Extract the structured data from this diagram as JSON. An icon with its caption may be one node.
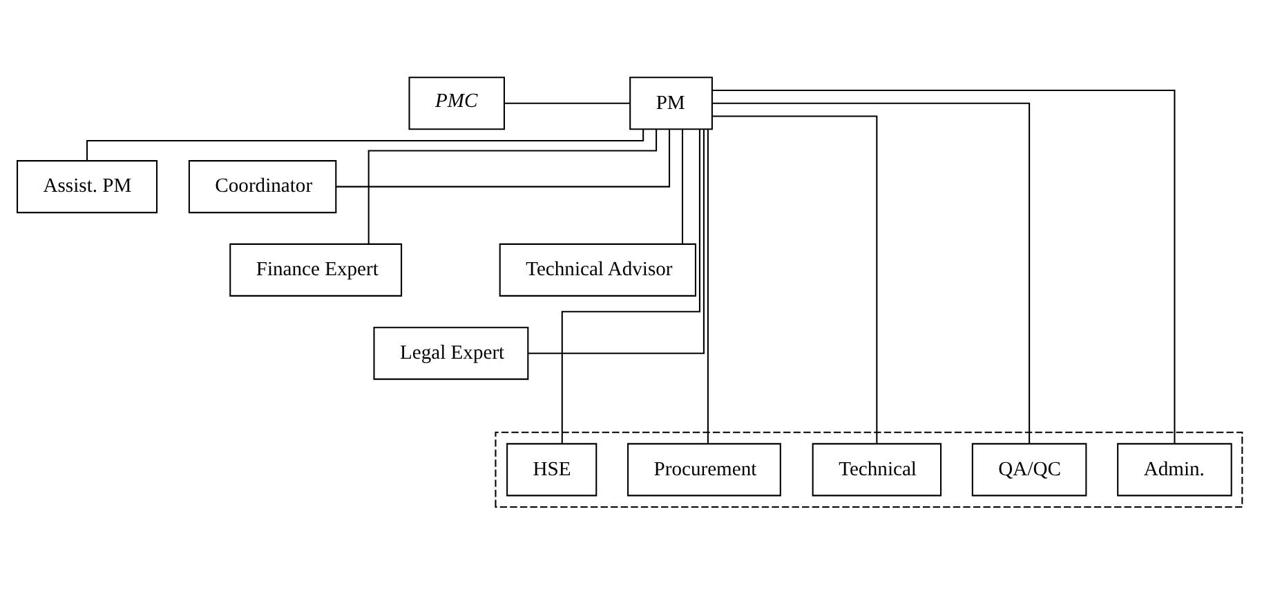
{
  "diagram": {
    "nodes": [
      {
        "text": [
          "PMC"
        ]
      },
      {
        "text": [
          "PM"
        ]
      },
      {
        "text": [
          "Assist. PM"
        ]
      },
      {
        "text": [
          "Coordinator"
        ]
      },
      {
        "text": [
          "Finance Expert"
        ]
      },
      {
        "text": [
          "Legal Expert"
        ]
      },
      {
        "text": [
          "Technical Advisor"
        ]
      },
      {
        "text": [],
        "shape": "box"
      },
      {
        "text": [
          "HSE"
        ],
        "in": 7
      },
      {
        "text": [
          "Procurement"
        ],
        "in": 7
      },
      {
        "text": [
          "Technical"
        ],
        "in": 7
      },
      {
        "text": [
          "QA/QC"
        ],
        "in": 7
      },
      {
        "text": [
          "Admin."
        ],
        "in": 7
      }
    ],
    "edges": [
      {
        "from": 0,
        "to": 1,
        "arrow": "none"
      },
      {
        "from": 1,
        "to": 2,
        "arrow": "none"
      },
      {
        "from": 1,
        "to": 3,
        "arrow": "none"
      },
      {
        "from": 1,
        "to": 6,
        "arrow": "none"
      },
      {
        "from": 1,
        "to": 4,
        "arrow": "none"
      },
      {
        "from": 1,
        "to": 5,
        "arrow": "none"
      },
      {
        "from": 1,
        "to": 8,
        "arrow": "none"
      },
      {
        "from": 1,
        "to": 9,
        "arrow": "none"
      },
      {
        "from": 1,
        "to": 10,
        "arrow": "none"
      },
      {
        "from": 1,
        "to": 11,
        "arrow": "none"
      },
      {
        "from": 1,
        "to": 12,
        "arrow": "none"
      }
    ]
  }
}
